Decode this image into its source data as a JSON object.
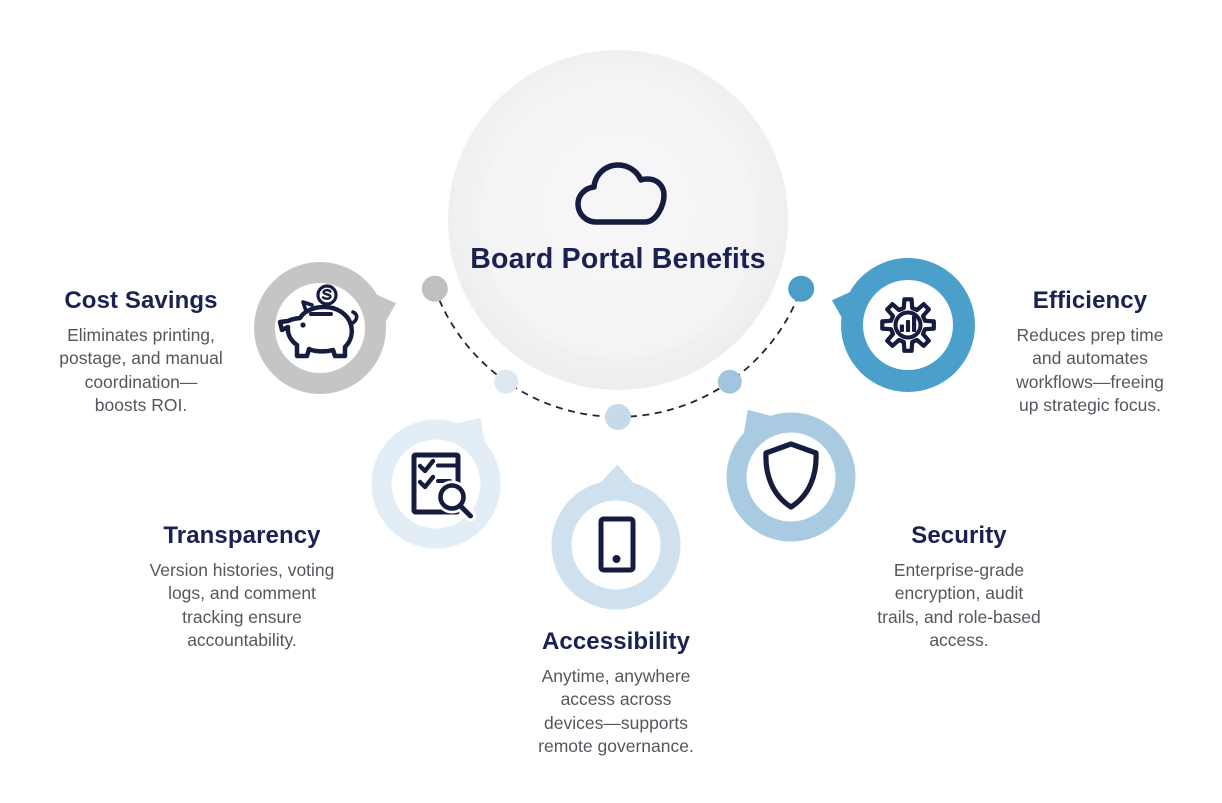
{
  "infographic": {
    "title": "Board Portal Benefits",
    "center_icon": "cloud-icon",
    "connector": "dashed-arc"
  },
  "colors": {
    "title_navy": "#1b2150",
    "icon_navy": "#161c40",
    "body_gray": "#54575e",
    "arc_dash": "#23242e",
    "center_fill": "#efeff1"
  },
  "benefits": [
    {
      "id": "cost-savings",
      "title": "Cost Savings",
      "description": "Eliminates printing,\npostage, and manual\ncoordination—\nboosts ROI.",
      "icon": "piggy-bank-icon",
      "ring_color": "#c5c5c6",
      "dot_color": "#c0c0c1"
    },
    {
      "id": "efficiency",
      "title": "Efficiency",
      "description": "Reduces prep time\nand automates\nworkflows—freeing\nup strategic focus.",
      "icon": "gear-chart-icon",
      "ring_color": "#4aa0ca",
      "dot_color": "#4a9ec7"
    },
    {
      "id": "transparency",
      "title": "Transparency",
      "description": "Version histories, voting\nlogs, and comment\ntracking ensure\naccountability.",
      "icon": "document-search-icon",
      "ring_color": "#e3edf6",
      "dot_color": "#dce9f3"
    },
    {
      "id": "accessibility",
      "title": "Accessibility",
      "description": "Anytime, anywhere\naccess across\ndevices—supports\nremote governance.",
      "icon": "mobile-phone-icon",
      "ring_color": "#cfe1ef",
      "dot_color": "#c5dbeb"
    },
    {
      "id": "security",
      "title": "Security",
      "description": "Enterprise-grade\nencryption, audit\ntrails, and role-based\naccess.",
      "icon": "shield-icon",
      "ring_color": "#a8cbe1",
      "dot_color": "#9fc6de"
    }
  ]
}
